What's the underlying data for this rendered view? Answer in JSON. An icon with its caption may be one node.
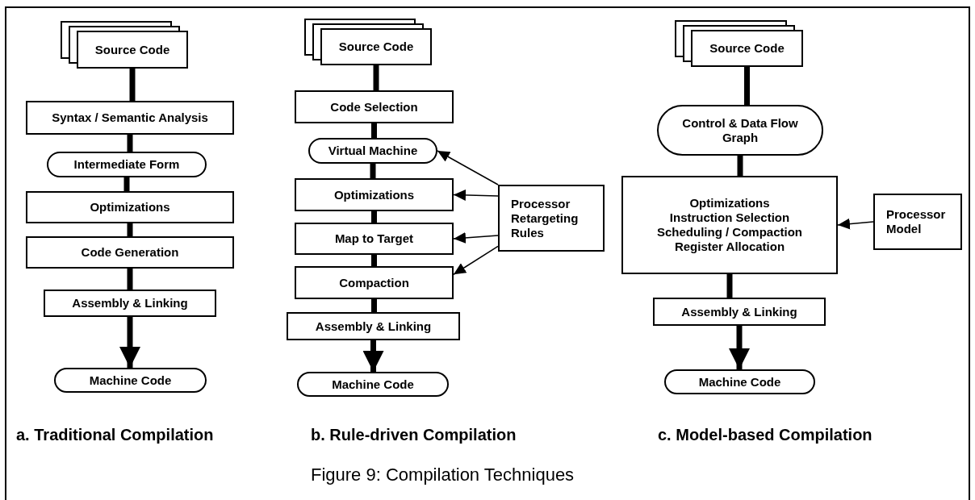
{
  "diagram": {
    "caption": "Figure 9: Compilation Techniques",
    "nodes": [
      {
        "text": [
          "Source Code"
        ]
      },
      {
        "text": [
          "Syntax / Semantic Analysis"
        ]
      },
      {
        "text": [
          "Intermediate Form"
        ]
      },
      {
        "text": [
          "Optimizations"
        ]
      },
      {
        "text": [
          "Code Generation"
        ]
      },
      {
        "text": [
          "Assembly & Linking"
        ]
      },
      {
        "text": [
          "Machine Code"
        ]
      },
      {
        "text": [
          "Source Code"
        ]
      },
      {
        "text": [
          "Code Selection"
        ]
      },
      {
        "text": [
          "Virtual Machine"
        ]
      },
      {
        "text": [
          "Optimizations"
        ]
      },
      {
        "text": [
          "Map to Target"
        ]
      },
      {
        "text": [
          "Compaction"
        ]
      },
      {
        "text": [
          "Assembly & Linking"
        ]
      },
      {
        "text": [
          "Machine Code"
        ]
      },
      {
        "text": [
          "Processor Retargeting Rules"
        ]
      },
      {
        "text": [
          "Source Code"
        ]
      },
      {
        "text": [
          "Control & Data Flow Graph"
        ]
      },
      {
        "text": [
          "Optimizations",
          "Instruction Selection",
          "Scheduling / Compaction",
          "Register Allocation"
        ]
      },
      {
        "text": [
          "Processor Model"
        ]
      },
      {
        "text": [
          "Assembly & Linking"
        ]
      },
      {
        "text": [
          "Machine Code"
        ]
      }
    ],
    "edges": [
      {
        "from": 0,
        "to": 1,
        "arrow": "none"
      },
      {
        "from": 1,
        "to": 2,
        "arrow": "none"
      },
      {
        "from": 2,
        "to": 3,
        "arrow": "none"
      },
      {
        "from": 3,
        "to": 4,
        "arrow": "none"
      },
      {
        "from": 4,
        "to": 5,
        "arrow": "none"
      },
      {
        "from": 5,
        "to": 6,
        "arrow": "to"
      },
      {
        "from": 7,
        "to": 8,
        "arrow": "none"
      },
      {
        "from": 8,
        "to": 9,
        "arrow": "none"
      },
      {
        "from": 9,
        "to": 10,
        "arrow": "none"
      },
      {
        "from": 10,
        "to": 11,
        "arrow": "none"
      },
      {
        "from": 11,
        "to": 12,
        "arrow": "none"
      },
      {
        "from": 12,
        "to": 13,
        "arrow": "none"
      },
      {
        "from": 13,
        "to": 14,
        "arrow": "to"
      },
      {
        "from": 15,
        "to": 9,
        "arrow": "to"
      },
      {
        "from": 15,
        "to": 10,
        "arrow": "to"
      },
      {
        "from": 15,
        "to": 11,
        "arrow": "to"
      },
      {
        "from": 15,
        "to": 12,
        "arrow": "to"
      },
      {
        "from": 16,
        "to": 17,
        "arrow": "none"
      },
      {
        "from": 17,
        "to": 18,
        "arrow": "none"
      },
      {
        "from": 18,
        "to": 20,
        "arrow": "none"
      },
      {
        "from": 20,
        "to": 21,
        "arrow": "to"
      },
      {
        "from": 19,
        "to": 18,
        "arrow": "to"
      }
    ],
    "labels": [
      "a. Traditional Compilation",
      "b. Rule-driven Compilation",
      "c. Model-based Compilation"
    ]
  }
}
